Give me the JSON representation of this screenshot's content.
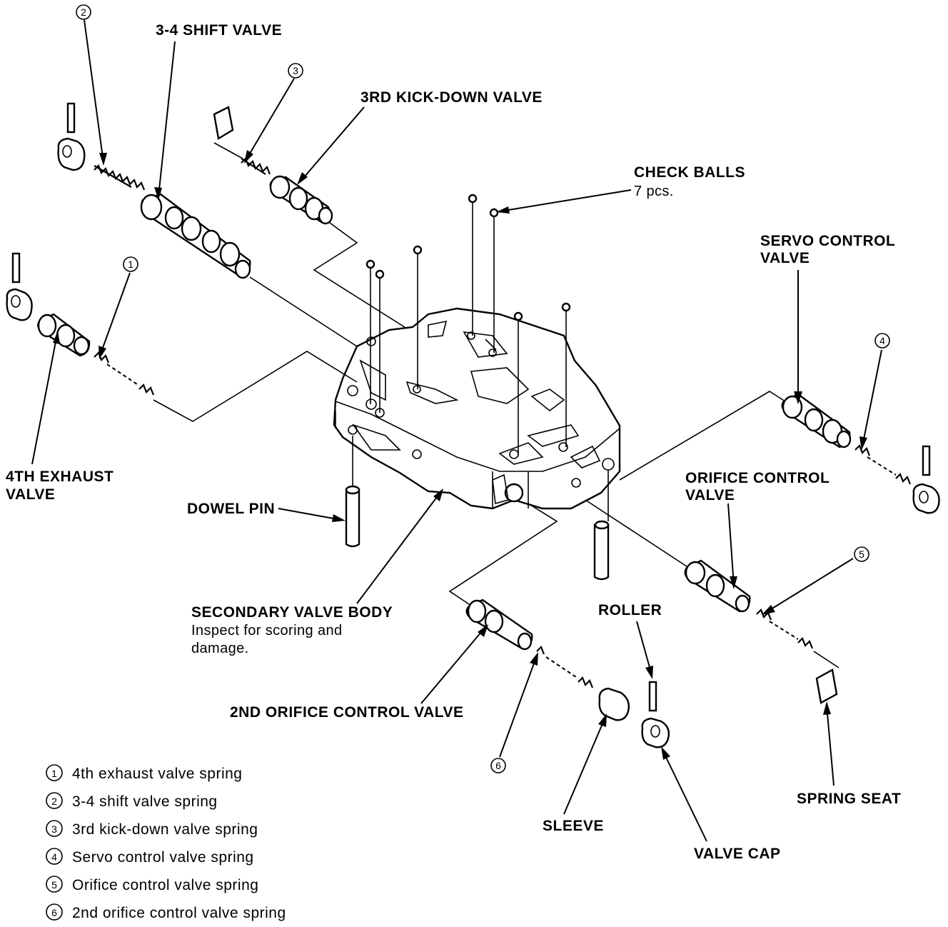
{
  "callouts": {
    "c1": "1",
    "c2": "2",
    "c3": "3",
    "c4": "4",
    "c5": "5",
    "c6": "6"
  },
  "labels": {
    "shift_34_valve": "3-4 SHIFT VALVE",
    "kickdown_3rd_valve": "3RD KICK-DOWN VALVE",
    "check_balls_line1": "CHECK BALLS",
    "check_balls_line2": "7 pcs.",
    "servo_line1": "SERVO CONTROL",
    "servo_line2": "VALVE",
    "exhaust_4th_line1": "4TH EXHAUST",
    "exhaust_4th_line2": "VALVE",
    "orifice_line1": "ORIFICE CONTROL",
    "orifice_line2": "VALVE",
    "dowel_pin": "DOWEL PIN",
    "secondary_body": "SECONDARY VALVE BODY",
    "secondary_note_line1": "Inspect for scoring and",
    "secondary_note_line2": "damage.",
    "roller": "ROLLER",
    "orifice_2nd": "2ND ORIFICE CONTROL VALVE",
    "sleeve": "SLEEVE",
    "valve_cap": "VALVE CAP",
    "spring_seat": "SPRING SEAT"
  },
  "legend": [
    {
      "num": "1",
      "text": "4th exhaust valve spring"
    },
    {
      "num": "2",
      "text": "3-4 shift valve spring"
    },
    {
      "num": "3",
      "text": "3rd kick-down valve spring"
    },
    {
      "num": "4",
      "text": "Servo control valve spring"
    },
    {
      "num": "5",
      "text": "Orifice control valve spring"
    },
    {
      "num": "6",
      "text": "2nd orifice control valve spring"
    }
  ]
}
